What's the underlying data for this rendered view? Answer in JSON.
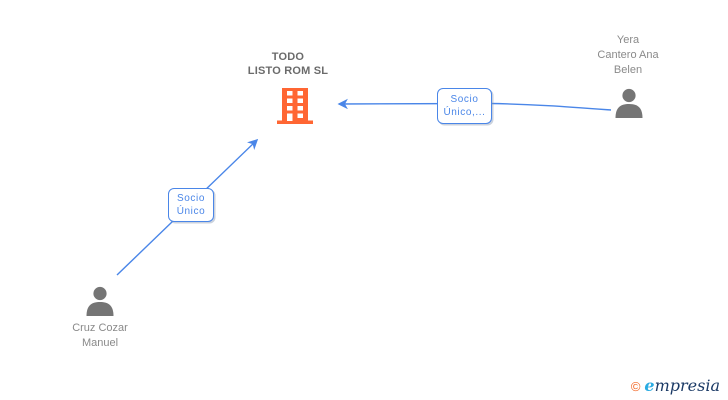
{
  "diagram": {
    "company": {
      "name": "TODO LISTO ROM SL",
      "lines": [
        "TODO",
        "LISTO ROM SL"
      ],
      "icon": "building-icon"
    },
    "persons": [
      {
        "name": "Yera Cantero Ana Belen",
        "lines": [
          "Yera",
          "Cantero Ana",
          "Belen"
        ],
        "icon": "person-icon",
        "position": "top-right"
      },
      {
        "name": "Cruz Cozar Manuel",
        "lines": [
          "Cruz Cozar",
          "Manuel"
        ],
        "icon": "person-icon",
        "position": "bottom-left"
      }
    ],
    "edges": [
      {
        "from": "Yera Cantero Ana Belen",
        "to": "TODO LISTO ROM SL",
        "label": "Socio Único,...",
        "label_lines": [
          "Socio",
          "Único,..."
        ],
        "arrow": "points-left-at-company"
      },
      {
        "from": "Cruz Cozar Manuel",
        "to": "TODO LISTO ROM SL",
        "label": "Socio Único",
        "label_lines": [
          "Socio",
          "Único"
        ],
        "arrow": "points-up-right-at-company"
      }
    ],
    "colors": {
      "edge_blue": "#4a86e8",
      "building_orange": "#ff6633",
      "person_gray": "#757575",
      "name_gray": "#8a8a8a",
      "company_text_gray": "#6b6b6b"
    }
  },
  "footer": {
    "copyright": "©",
    "brand_initial": "e",
    "brand_rest": "mpresia",
    "logo_orange": "#f26522",
    "logo_light_blue": "#29abe2",
    "logo_dark_blue": "#1b3a66"
  }
}
